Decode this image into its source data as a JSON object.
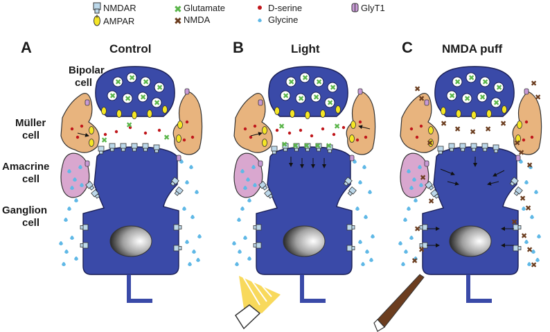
{
  "legend": {
    "nmdar": "NMDAR",
    "ampar": "AMPAR",
    "glutamate": "Glutamate",
    "nmda": "NMDA",
    "dserine": "D-serine",
    "glycine": "Glycine",
    "glyt1": "GlyT1"
  },
  "cell_labels": {
    "bipolar_1": "Bipolar",
    "bipolar_2": "cell",
    "muller_1": "Müller",
    "muller_2": "cell",
    "amacrine_1": "Amacrine",
    "amacrine_2": "cell",
    "ganglion_1": "Ganglion",
    "ganglion_2": "cell"
  },
  "panels": [
    {
      "letter": "A",
      "title": "Control"
    },
    {
      "letter": "B",
      "title": "Light"
    },
    {
      "letter": "C",
      "title": "NMDA puff"
    }
  ],
  "colors": {
    "neuron_blue": "#3a4aa8",
    "muller_tan": "#e8b47e",
    "amacrine_pink": "#d9a7cf",
    "glycine": "#5fb8e6",
    "dserine": "#c0161b",
    "glutamate": "#5ab54a",
    "nmda": "#6b3d1f",
    "receptor": "#bcd8ea",
    "ampar": "#f5e626",
    "glyt1": "#c89ad6"
  }
}
